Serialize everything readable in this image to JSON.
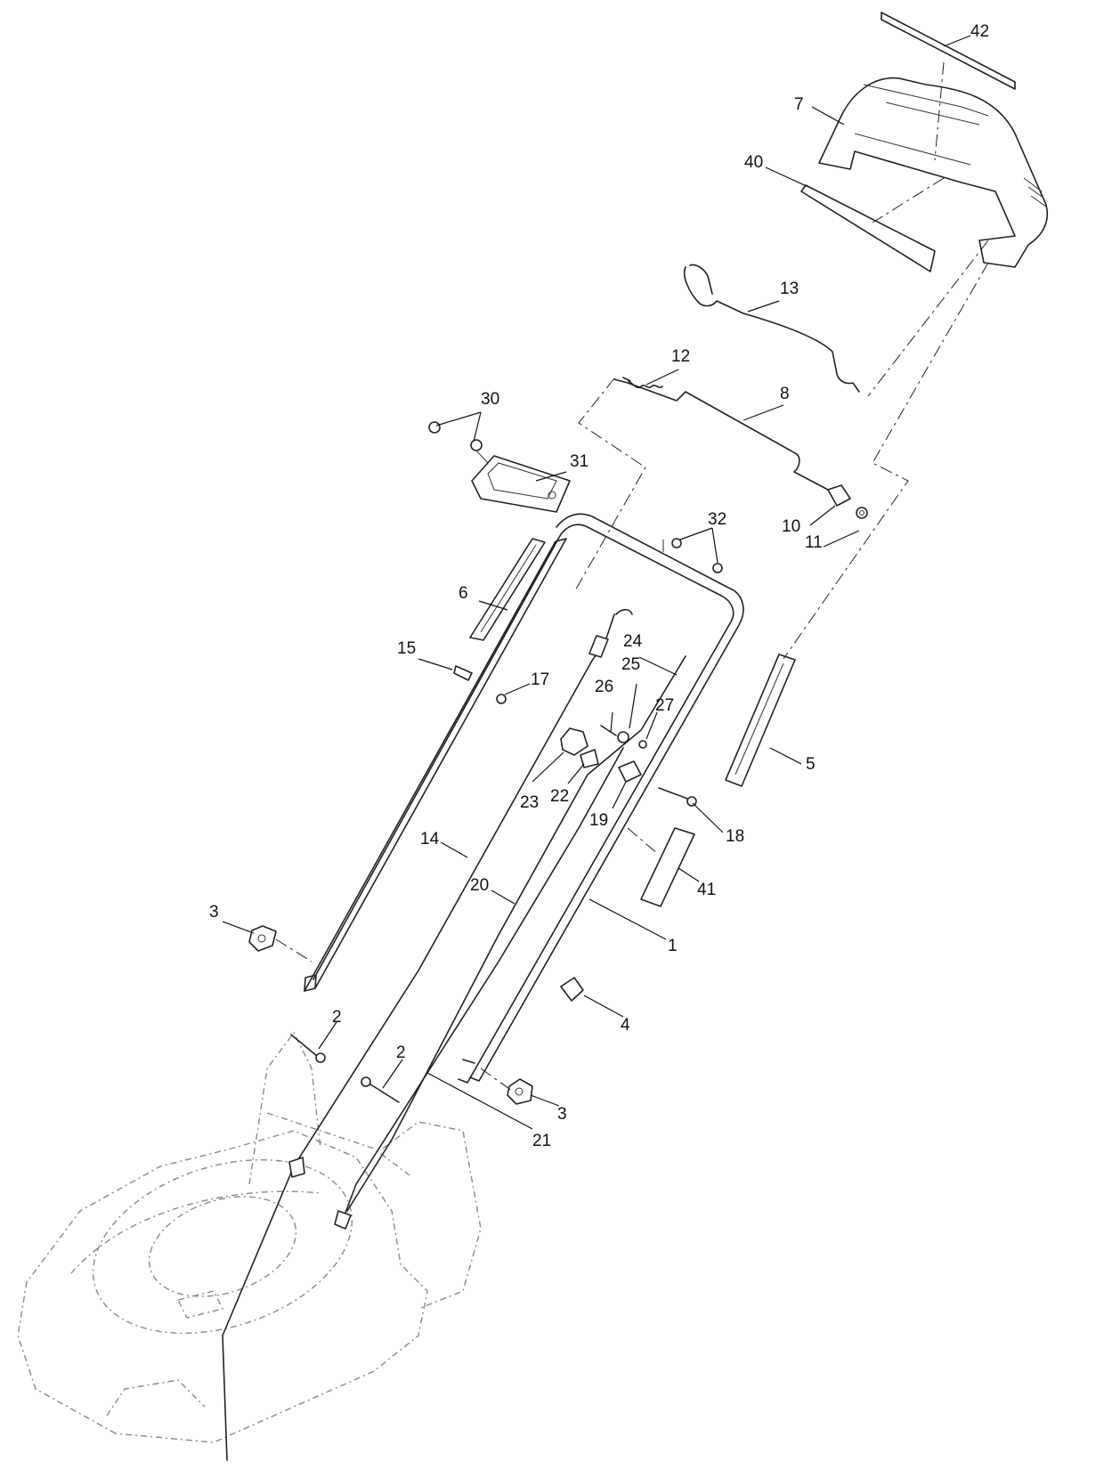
{
  "callouts": [
    {
      "id": "c42",
      "label": "42"
    },
    {
      "id": "c7",
      "label": "7"
    },
    {
      "id": "c40",
      "label": "40"
    },
    {
      "id": "c13",
      "label": "13"
    },
    {
      "id": "c12",
      "label": "12"
    },
    {
      "id": "c8",
      "label": "8"
    },
    {
      "id": "c30",
      "label": "30"
    },
    {
      "id": "c31",
      "label": "31"
    },
    {
      "id": "c10",
      "label": "10"
    },
    {
      "id": "c11",
      "label": "11"
    },
    {
      "id": "c32",
      "label": "32"
    },
    {
      "id": "c6",
      "label": "6"
    },
    {
      "id": "c24",
      "label": "24"
    },
    {
      "id": "c25",
      "label": "25"
    },
    {
      "id": "c15",
      "label": "15"
    },
    {
      "id": "c26",
      "label": "26"
    },
    {
      "id": "c17",
      "label": "17"
    },
    {
      "id": "c27",
      "label": "27"
    },
    {
      "id": "c5",
      "label": "5"
    },
    {
      "id": "c23",
      "label": "23"
    },
    {
      "id": "c22",
      "label": "22"
    },
    {
      "id": "c19",
      "label": "19"
    },
    {
      "id": "c18",
      "label": "18"
    },
    {
      "id": "c14",
      "label": "14"
    },
    {
      "id": "c41",
      "label": "41"
    },
    {
      "id": "c20",
      "label": "20"
    },
    {
      "id": "c3a",
      "label": "3"
    },
    {
      "id": "c1",
      "label": "1"
    },
    {
      "id": "c4",
      "label": "4"
    },
    {
      "id": "c2a",
      "label": "2"
    },
    {
      "id": "c2b",
      "label": "2"
    },
    {
      "id": "c3b",
      "label": "3"
    },
    {
      "id": "c21",
      "label": "21"
    }
  ]
}
